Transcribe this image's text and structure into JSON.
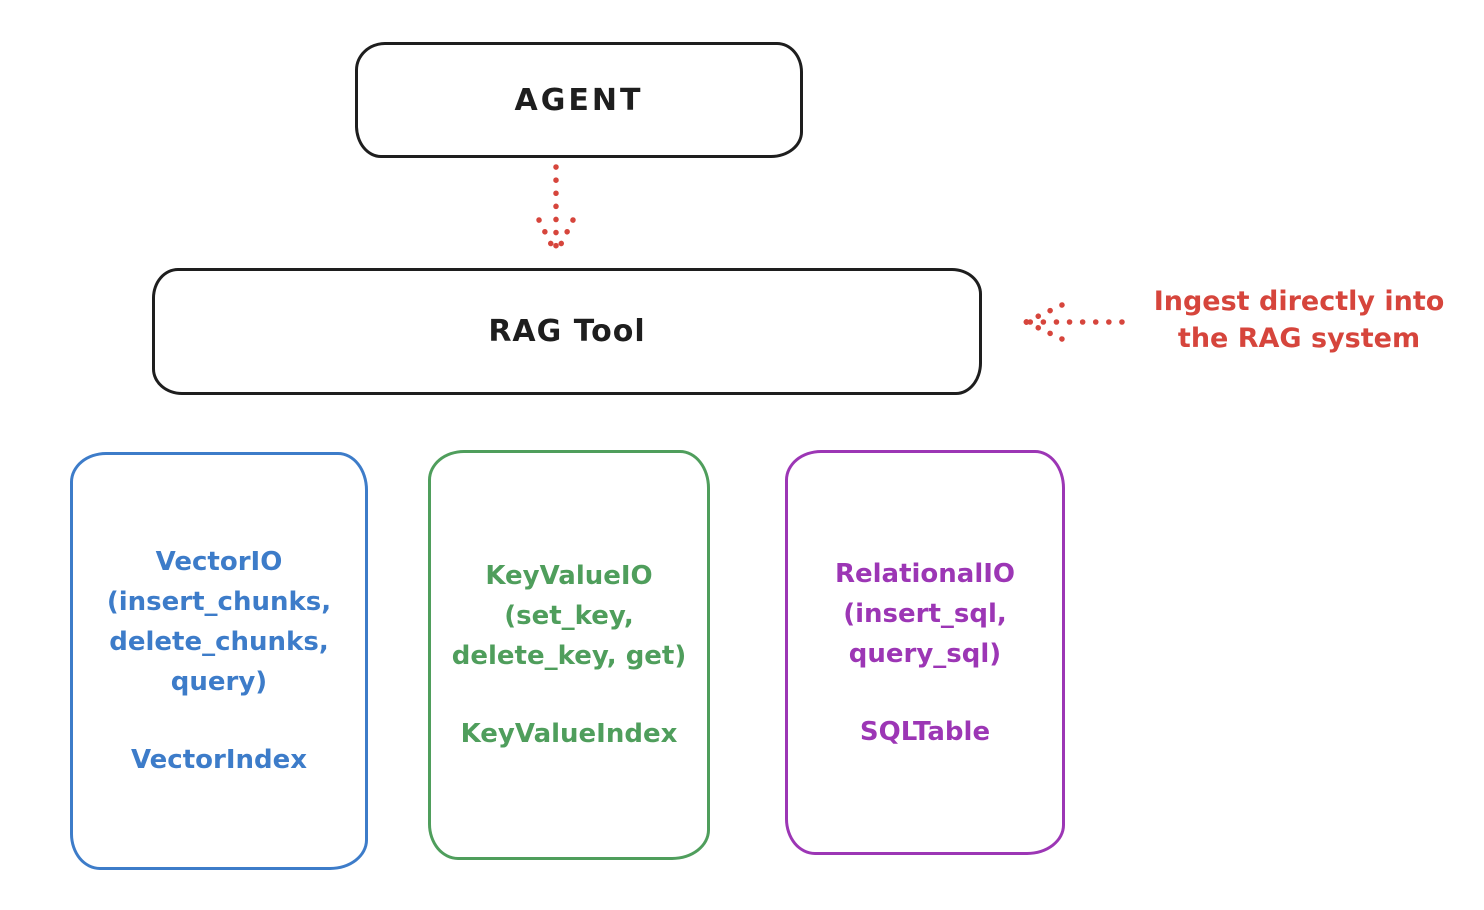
{
  "diagram": {
    "agent": {
      "label": "AGENT"
    },
    "rag_tool": {
      "label": "RAG Tool"
    },
    "annotation": {
      "line1": "Ingest directly into",
      "line2": "the RAG system",
      "color": "#d6453c"
    },
    "io_boxes": [
      {
        "name": "vector-io",
        "color": "#3d7cc9",
        "lines": [
          "VectorIO",
          "(insert_chunks,",
          "delete_chunks,",
          "query)"
        ],
        "index_label": "VectorIndex"
      },
      {
        "name": "keyvalue-io",
        "color": "#4f9e5c",
        "lines": [
          "KeyValueIO",
          "(set_key,",
          "delete_key, get)"
        ],
        "index_label": "KeyValueIndex"
      },
      {
        "name": "relational-io",
        "color": "#9c36b5",
        "lines": [
          "RelationalIO",
          "(insert_sql,",
          "query_sql)"
        ],
        "index_label": "SQLTable"
      }
    ],
    "colors": {
      "outline": "#1e1e1e",
      "arrow_red": "#d6453c",
      "background": "#ffffff"
    }
  }
}
